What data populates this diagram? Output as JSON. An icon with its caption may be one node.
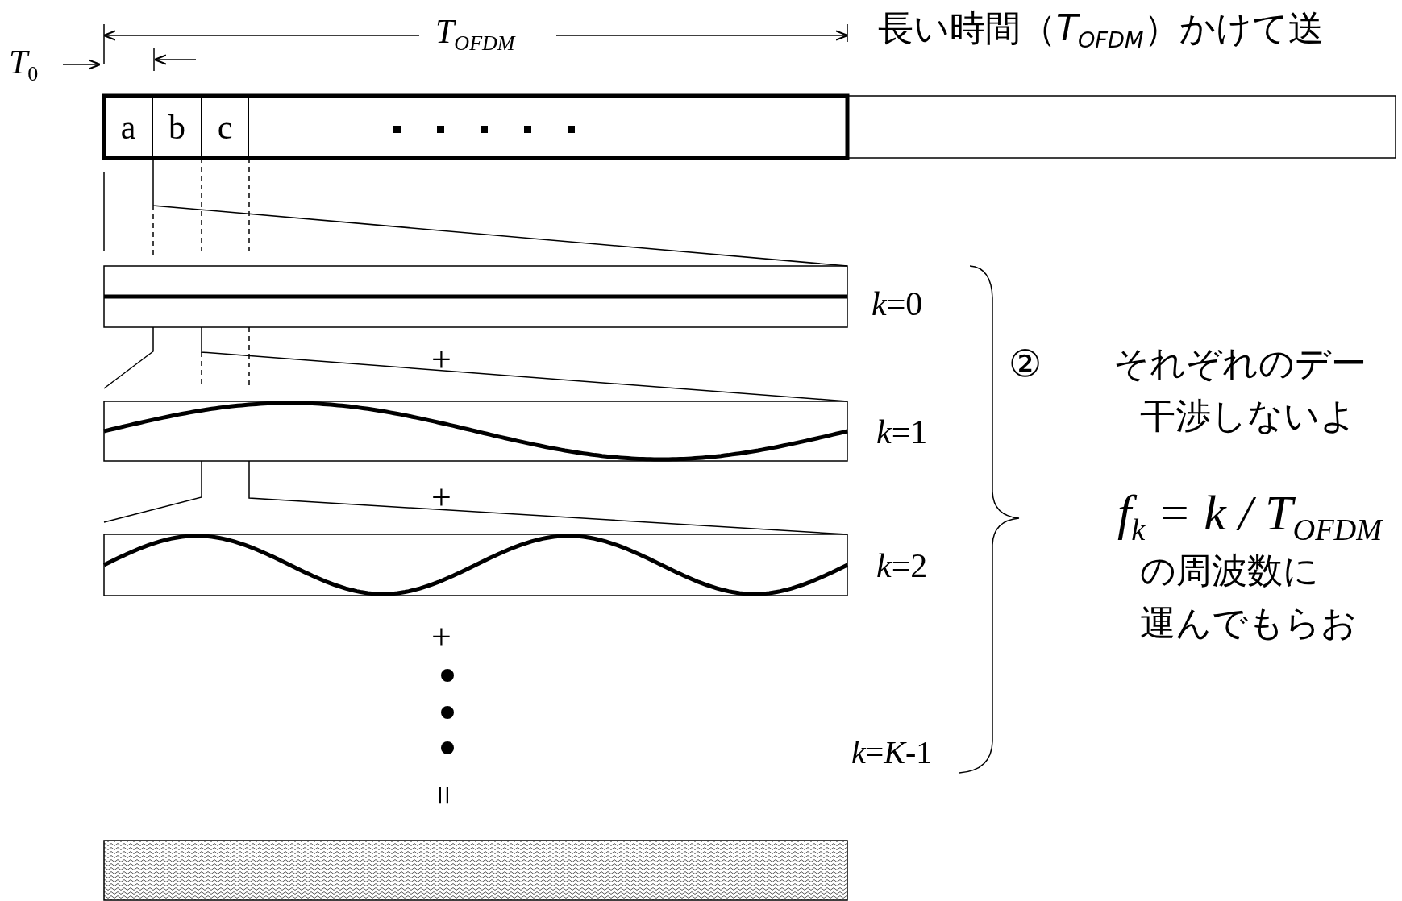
{
  "diagram": {
    "nodes": [
      {
        "text": [
          "a"
        ]
      },
      {
        "text": [
          "b"
        ]
      },
      {
        "text": [
          "c"
        ]
      }
    ],
    "labels": [
      "*T*$_{OFDM}$",
      "長い時間（*T*$_{OFDM}$）かけて送",
      "*T*$_{0}$",
      "*k*=0",
      "+",
      "②",
      "それぞれのデー",
      "干渉しないよ",
      "*k*=1",
      "*f*$_{k}$ = *k* / *T*$_{OFDM}$",
      "+",
      "*k*=2",
      "の周波数に",
      "運んでもらお",
      "+",
      "*k*=*K*-1",
      "="
    ]
  }
}
